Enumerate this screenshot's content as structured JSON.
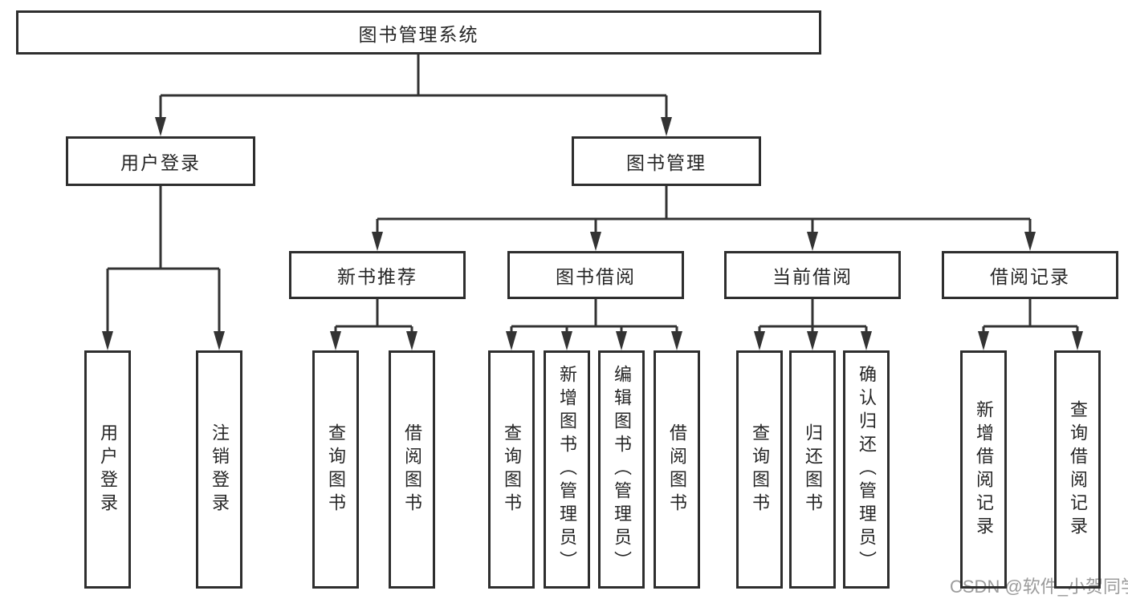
{
  "root": {
    "label": "图书管理系统"
  },
  "level1": [
    {
      "label": "用户登录"
    },
    {
      "label": "图书管理"
    }
  ],
  "level2": [
    {
      "label": "新书推荐"
    },
    {
      "label": "图书借阅"
    },
    {
      "label": "当前借阅"
    },
    {
      "label": "借阅记录"
    }
  ],
  "leaves": {
    "user_login_group": [
      {
        "label": "用户登录"
      },
      {
        "label": "注销登录"
      }
    ],
    "new_book_group": [
      {
        "label": "查询图书"
      },
      {
        "label": "借阅图书"
      }
    ],
    "book_borrow_group": [
      {
        "label": "查询图书"
      },
      {
        "label": "新增图书（管理员）"
      },
      {
        "label": "编辑图书（管理员）"
      },
      {
        "label": "借阅图书"
      }
    ],
    "current_borrow_group": [
      {
        "label": "查询图书"
      },
      {
        "label": "归还图书"
      },
      {
        "label": "确认归还（管理员）"
      }
    ],
    "record_group": [
      {
        "label": "新增借阅记录"
      },
      {
        "label": "查询借阅记录"
      }
    ]
  },
  "watermark": {
    "text": "CSDN @软件_小贺同学"
  },
  "colors": {
    "line": "#333333",
    "box_border": "#2e2e2e",
    "text": "#262626",
    "watermark": "#9b9b9b",
    "background": "#ffffff"
  }
}
